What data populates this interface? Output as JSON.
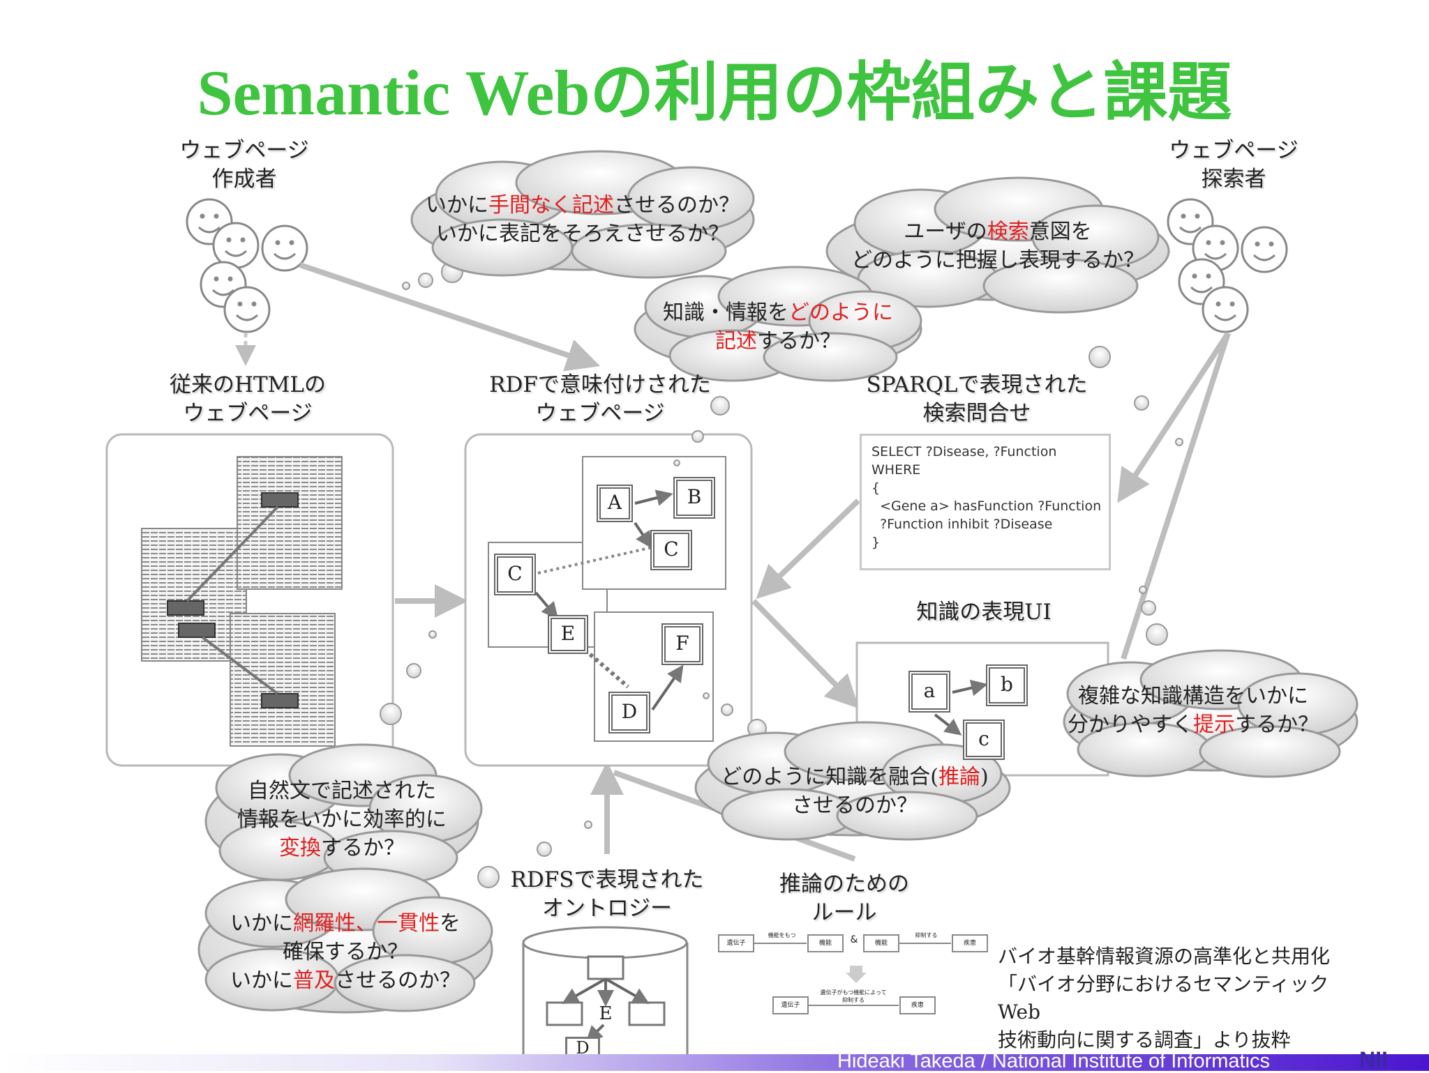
{
  "title": "Semantic Webの利用の枠組みと課題",
  "authors": {
    "label_line1": "ウェブページ",
    "label_line2": "作成者"
  },
  "searchers": {
    "label_line1": "ウェブページ",
    "label_line2": "探索者"
  },
  "html_pages": {
    "label_line1": "従来のHTMLの",
    "label_line2": "ウェブページ"
  },
  "rdf_pages": {
    "label_line1": "RDFで意味付けされた",
    "label_line2": "ウェブページ"
  },
  "sparql": {
    "label_line1": "SPARQLで表現された",
    "label_line2": "検索問合せ",
    "code": [
      "SELECT ?Disease, ?Function",
      "WHERE",
      "{",
      "  <Gene a> hasFunction ?Function",
      "",
      "  ?Function inhibit ?Disease",
      "}"
    ]
  },
  "ui": {
    "label": "知識の表現UI",
    "nodes": [
      "a",
      "b",
      "c"
    ]
  },
  "rdf_nodes": [
    "A",
    "B",
    "C",
    "C",
    "E",
    "F",
    "D"
  ],
  "ontology": {
    "label_line1": "RDFSで表現された",
    "label_line2": "オントロジー",
    "nodes": [
      "E",
      "D"
    ]
  },
  "rules": {
    "label_line1": "推論のための",
    "label_line2": "ルール",
    "row1": [
      "遺伝子",
      "機能をもつ",
      "機能",
      "&",
      "機能",
      "抑制する",
      "疾患"
    ],
    "row2": [
      "遺伝子",
      "遺伝子がもつ機能によって",
      "抑制する",
      "疾患"
    ]
  },
  "clouds": {
    "describe": {
      "l1a": "いかに",
      "l1b": "手間なく記述",
      "l1c": "させるのか？",
      "l2": "いかに表記をそろえさせるか？"
    },
    "how_describe": {
      "l1a": "知識・情報を",
      "l1b": "どのように",
      "l2a": "記述",
      "l2b": "するか？"
    },
    "search": {
      "l1a": "ユーザの",
      "l1b": "検索",
      "l1c": "意図を",
      "l2": "どのように把握し表現するか？"
    },
    "present": {
      "l1": "複雑な知識構造をいかに",
      "l2a": "分かりやすく",
      "l2b": "提示",
      "l2c": "するか？"
    },
    "merge": {
      "l1a": "どのように知識を融合(",
      "l1b": "推論",
      "l1c": ")",
      "l2": "させるのか？"
    },
    "convert": {
      "l1": "自然文で記述された",
      "l2": "情報をいかに効率的に",
      "l3a": "変換",
      "l3b": "するか？"
    },
    "coverage": {
      "l1a": "いかに",
      "l1b": "網羅性、一貫性",
      "l1c": "を",
      "l2": "確保するか？",
      "l3a": "いかに",
      "l3b": "普及",
      "l3c": "させるのか？"
    }
  },
  "source": {
    "line1": "バイオ基幹情報資源の高準化と共用化",
    "line2": "「バイオ分野におけるセマンティック",
    "line3": "Web",
    "line4": "技術動向に関する調査」より抜粋"
  },
  "footer": {
    "text": "Hideaki Takeda / National Institute of Informatics",
    "logo": "NII"
  },
  "colors": {
    "title": "#3ec43e",
    "highlight": "#e02020",
    "arrow": "#bdbdbd",
    "footer": "#4a16d0"
  }
}
